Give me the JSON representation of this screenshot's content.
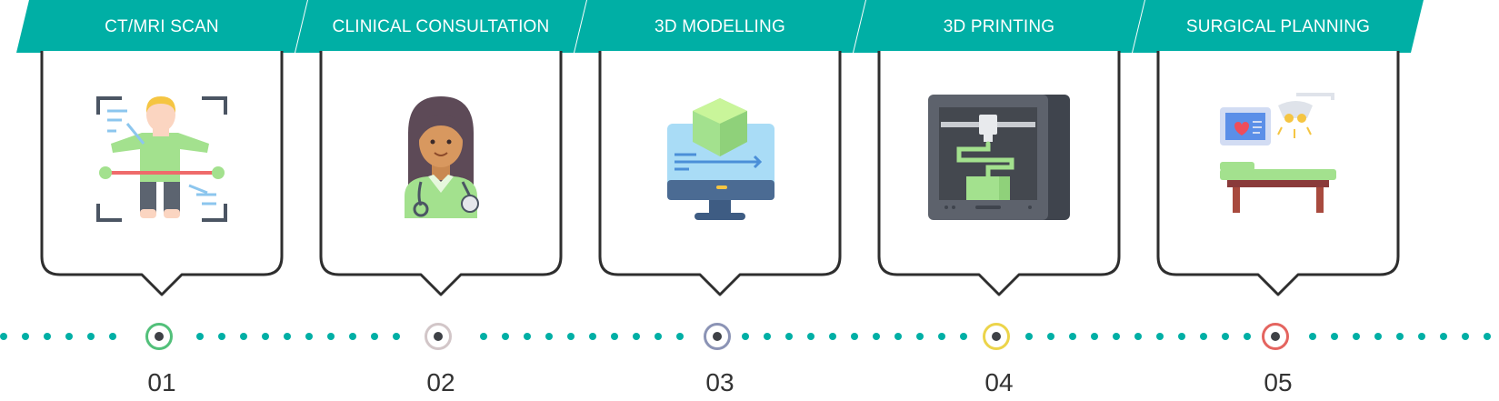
{
  "colors": {
    "accent": "#00afa5",
    "outline": "#2e2e2e",
    "text": "#333333",
    "marker_center": "#3e4146"
  },
  "steps": [
    {
      "title": "CT/MRI SCAN",
      "number": "01",
      "icon": "body-scan-icon",
      "marker_color": "#52c07a"
    },
    {
      "title": "CLINICAL CONSULTATION",
      "number": "02",
      "icon": "doctor-icon",
      "marker_color": "#d2c6c8"
    },
    {
      "title": "3D MODELLING",
      "number": "03",
      "icon": "3d-model-monitor-icon",
      "marker_color": "#8b93b5"
    },
    {
      "title": "3D PRINTING",
      "number": "04",
      "icon": "3d-printer-icon",
      "marker_color": "#ecd44a"
    },
    {
      "title": "SURGICAL PLANNING",
      "number": "05",
      "icon": "operating-room-icon",
      "marker_color": "#e4645f"
    }
  ]
}
